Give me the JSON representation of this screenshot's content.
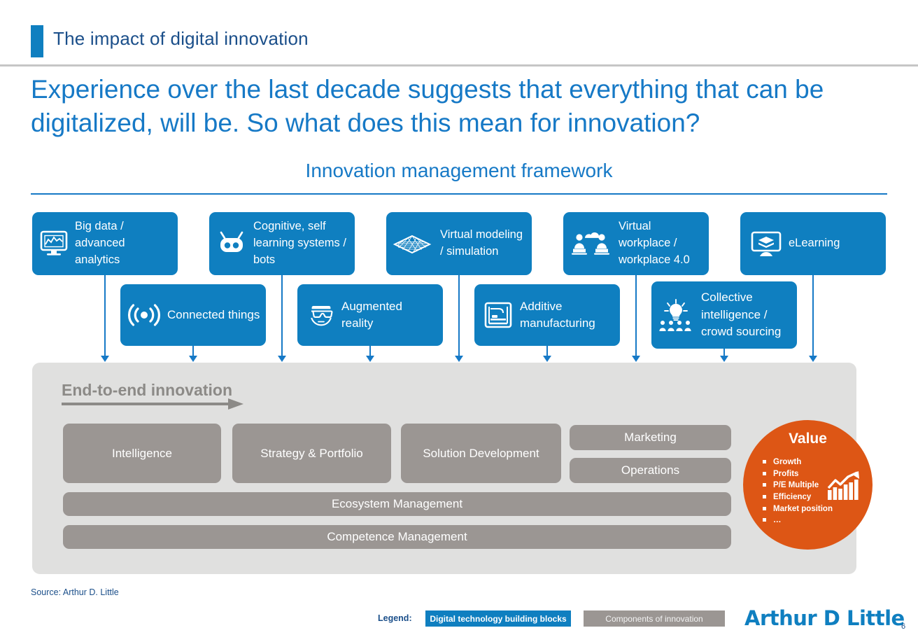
{
  "header": {
    "title": "The impact of digital innovation"
  },
  "headline": "Experience over the last decade suggests that everything that can be digitalized, will be. So what does this mean for innovation?",
  "framework": {
    "title": "Innovation management framework"
  },
  "tech_blocks_row1": [
    {
      "label": "Big data / advanced analytics",
      "icon": "monitor-analytics-icon"
    },
    {
      "label": "Cognitive, self learning systems / bots",
      "icon": "robot-icon"
    },
    {
      "label": "Virtual modeling / simulation",
      "icon": "mesh-surface-icon"
    },
    {
      "label": "Virtual workplace / workplace 4.0",
      "icon": "people-cloud-laptops-icon"
    },
    {
      "label": "eLearning",
      "icon": "monitor-books-icon"
    }
  ],
  "tech_blocks_row2": [
    {
      "label": "Connected things",
      "icon": "wireless-signal-icon"
    },
    {
      "label": "Augmented reality",
      "icon": "vr-headset-icon"
    },
    {
      "label": "Additive manufacturing",
      "icon": "3d-printer-icon"
    },
    {
      "label": "Collective intelligence / crowd sourcing",
      "icon": "lightbulb-crowd-icon"
    }
  ],
  "panel": {
    "e2e_label": "End-to-end innovation",
    "stages": [
      "Intelligence",
      "Strategy & Portfolio",
      "Solution Development"
    ],
    "stacked": [
      "Marketing",
      "Operations"
    ],
    "full_width": [
      "Ecosystem Management",
      "Competence Management"
    ]
  },
  "value": {
    "title": "Value",
    "items": [
      "Growth",
      "Profits",
      "P/E Multiple",
      "Efficiency",
      "Market position",
      "…"
    ],
    "icon": "growth-bar-chart-arrow-icon"
  },
  "footer": {
    "source": "Source: Arthur D. Little",
    "legend_label": "Legend:",
    "legend_blue": "Digital technology building blocks",
    "legend_gray": "Components of innovation",
    "logo": "Arthur D Little",
    "page_number": "6"
  },
  "colors": {
    "brand_blue": "#0f7fc0",
    "headline_blue": "#1679c6",
    "title_navy": "#1b4f8a",
    "panel_gray": "#e0e0df",
    "box_gray": "#9b9693",
    "value_orange": "#dd5615"
  }
}
